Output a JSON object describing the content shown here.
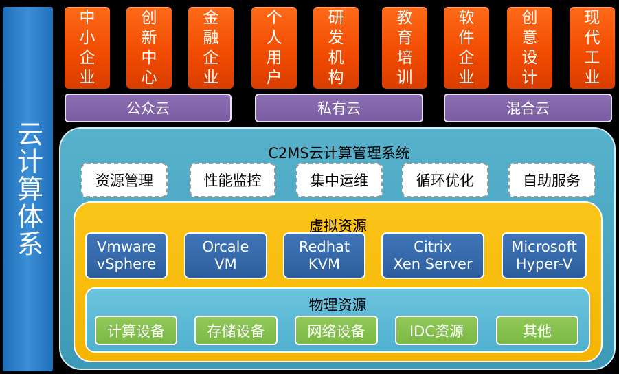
{
  "sidebar": {
    "title": "云计算体系"
  },
  "industries": [
    "中小企业",
    "创新中心",
    "金融企业",
    "个人用户",
    "研发机构",
    "教育培训",
    "软件企业",
    "创意设计",
    "现代工业"
  ],
  "clouds": [
    "公众云",
    "私有云",
    "混合云"
  ],
  "c2ms": {
    "title": "C2MS云计算管理系统",
    "modules": [
      "资源管理",
      "性能监控",
      "集中运维",
      "循环优化",
      "自助服务"
    ]
  },
  "virtual": {
    "title": "虚拟资源",
    "platforms": [
      {
        "line1": "Vmware",
        "line2": "vSphere"
      },
      {
        "line1": "Orcale",
        "line2": "VM"
      },
      {
        "line1": "Redhat",
        "line2": "KVM"
      },
      {
        "line1": "Citrix",
        "line2": "Xen Server"
      },
      {
        "line1": "Microsoft",
        "line2": "Hyper-V"
      }
    ]
  },
  "physical": {
    "title": "物理资源",
    "items": [
      "计算设备",
      "存储设备",
      "网络设备",
      "IDC资源",
      "其他"
    ]
  },
  "colors": {
    "sidebar": "#2a7fc8",
    "industry": "#f04a00",
    "cloud": "#7a5ca3",
    "c2ms": "#4aa6c2",
    "virtual": "#f4b400",
    "vm": "#2d5f9e",
    "physical": "#5ab8d4",
    "device": "#7ab943"
  }
}
